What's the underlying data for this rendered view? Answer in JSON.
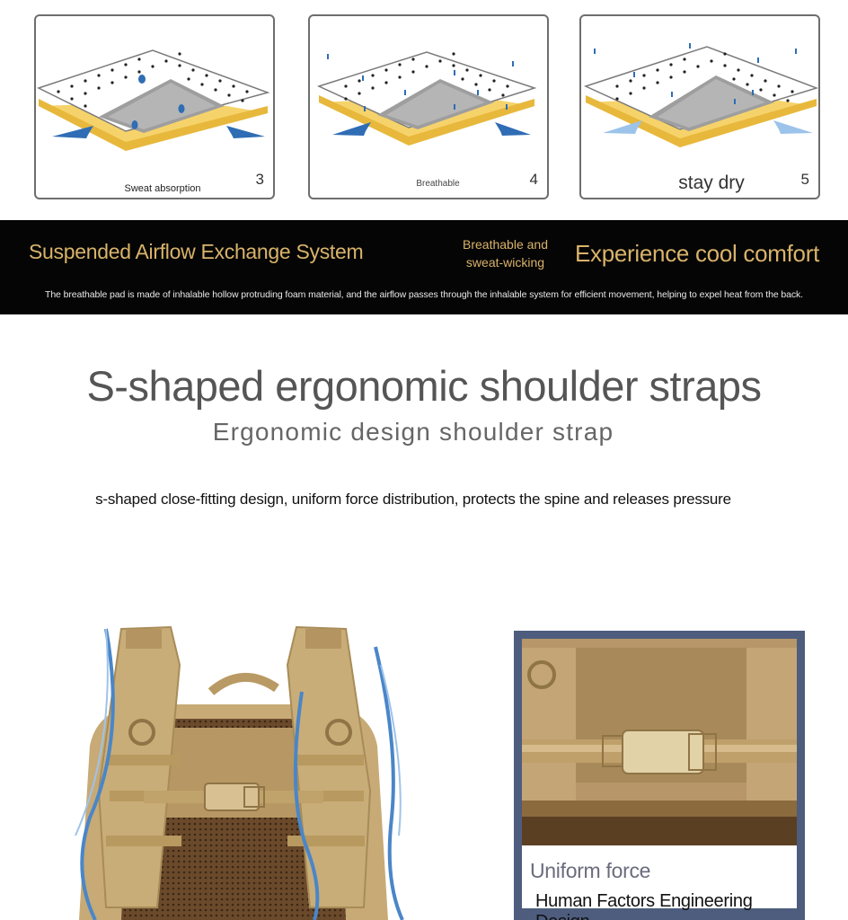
{
  "panels": [
    {
      "caption": "Sweat absorption",
      "number": "3"
    },
    {
      "caption": "Breathable",
      "number": "4"
    },
    {
      "caption": "stay dry",
      "number": "5"
    }
  ],
  "banner": {
    "left_title": "Suspended Airflow Exchange System",
    "middle_title": "Breathable and sweat-wicking",
    "right_title": "Experience cool comfort",
    "description": "The breathable pad is made of inhalable hollow protruding foam material, and the airflow passes through the inhalable system for efficient movement, helping to expel heat from the back."
  },
  "strap_section": {
    "title": "S-shaped ergonomic shoulder straps",
    "subtitle": "Ergonomic design shoulder strap",
    "description": "s-shaped close-fitting design, uniform force distribution, protects the spine and releases pressure"
  },
  "inset": {
    "label_primary": "Uniform force",
    "label_secondary": "Human Factors Engineering Design"
  },
  "colors": {
    "banner_bg": "#050505",
    "banner_gold": "#d9b36a",
    "airflow_blue": "#2f6db5",
    "foam_yellow": "#f2cf67",
    "tan": "#c7aa76",
    "inset_frame": "#4e5d7e"
  }
}
